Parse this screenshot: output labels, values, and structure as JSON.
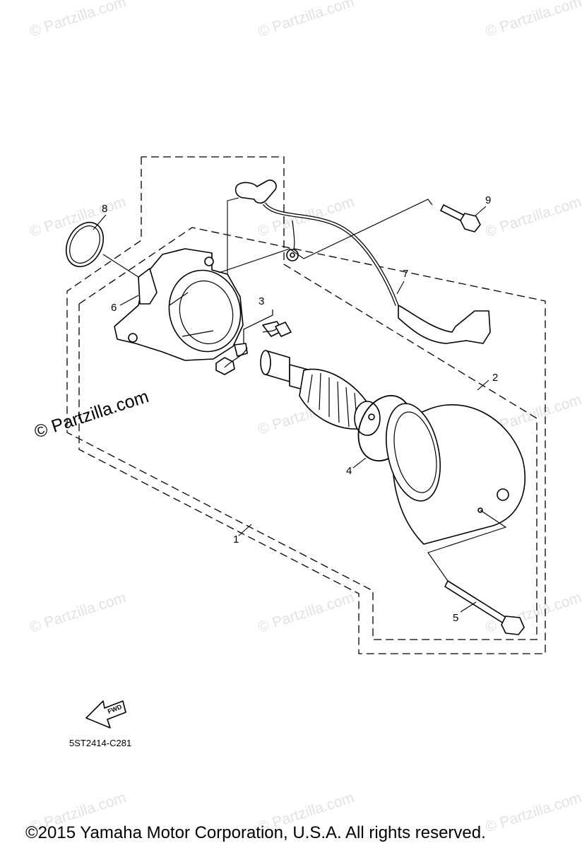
{
  "diagram": {
    "watermark": "© Partzilla.com",
    "callouts": {
      "c1": "1",
      "c2": "2",
      "c3": "3",
      "c4": "4",
      "c5": "5",
      "c6": "6",
      "c7": "7",
      "c8": "8",
      "c9": "9"
    },
    "fwd_label": "FWD",
    "diagram_code": "5ST2414-C281",
    "copyright": "©2015  Yamaha Motor Corporation, U.S.A. All rights reserved."
  }
}
